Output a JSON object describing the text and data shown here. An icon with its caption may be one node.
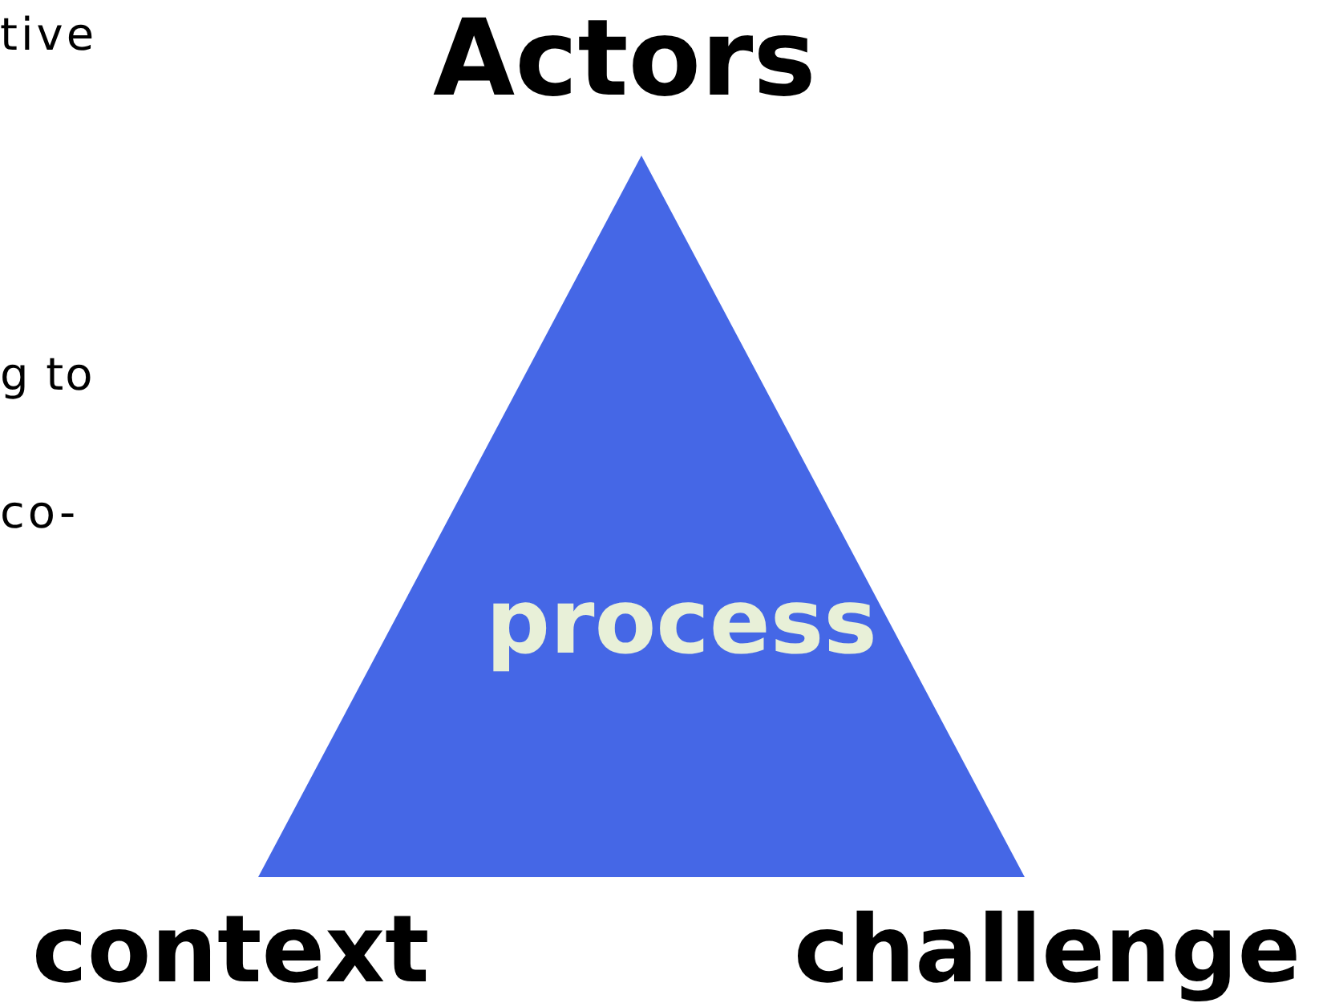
{
  "diagram": {
    "nodes": [
      {
        "text": [
          "process"
        ]
      }
    ],
    "labels": [
      "tive",
      "g to",
      "co-",
      "Actors",
      "context",
      "challenge"
    ]
  }
}
